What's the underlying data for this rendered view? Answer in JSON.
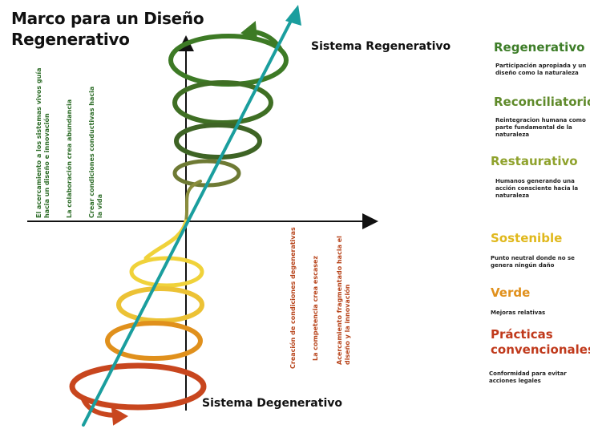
{
  "title": {
    "line1": "Marco para un Diseño",
    "line2": "Regenerativo"
  },
  "axis": {
    "top_label": "Sistema Regenerativo",
    "bottom_label": "Sistema Degenerativo"
  },
  "left_notes": [
    {
      "line1": "El acercamiento a los sistemas vivos guía",
      "line2": "hacia un diseño e innovación"
    },
    {
      "line1": "La colaboración crea abundancia",
      "line2": ""
    },
    {
      "line1": "Crear condiciones conductivas hacia",
      "line2": "la vida"
    }
  ],
  "right_notes": [
    {
      "line1": "Creación de condiciones degenerativas",
      "line2": ""
    },
    {
      "line1": "La competencia crea escasez",
      "line2": ""
    },
    {
      "line1": "Acercamiento fragmentado hacia el",
      "line2": "diseño y la innovación"
    }
  ],
  "levels": [
    {
      "name": "Regenerativo",
      "desc": "Participación apropiada y un diseño como la naturaleza",
      "color": "#3d7d28"
    },
    {
      "name": "Reconciliatorio",
      "desc": "Reintegracion humana como parte fundamental de la naturaleza",
      "color": "#5f8a2a"
    },
    {
      "name": "Restaurativo",
      "desc": "Humanos generando una acción consciente hacia la naturaleza",
      "color": "#8fa22c"
    },
    {
      "name": "Sostenible",
      "desc": "Punto neutral donde no se genera ningún daño",
      "color": "#e0b81c"
    },
    {
      "name": "Verde",
      "desc": "Mejoras relativas",
      "color": "#e0901c"
    },
    {
      "name": "Prácticas convencionales",
      "desc": "Conformidad para evitar acciones legales",
      "color": "#c0391b"
    }
  ],
  "colors": {
    "arrow": "#1a9e9e",
    "top_spiral": "#3a6a22",
    "bottom_spiral_yellow": "#f0d23a",
    "bottom_spiral_orange": "#e08a1c",
    "bottom_spiral_red": "#c0391b",
    "left_text": "#2f6e2a",
    "right_text": "#b8451c"
  }
}
